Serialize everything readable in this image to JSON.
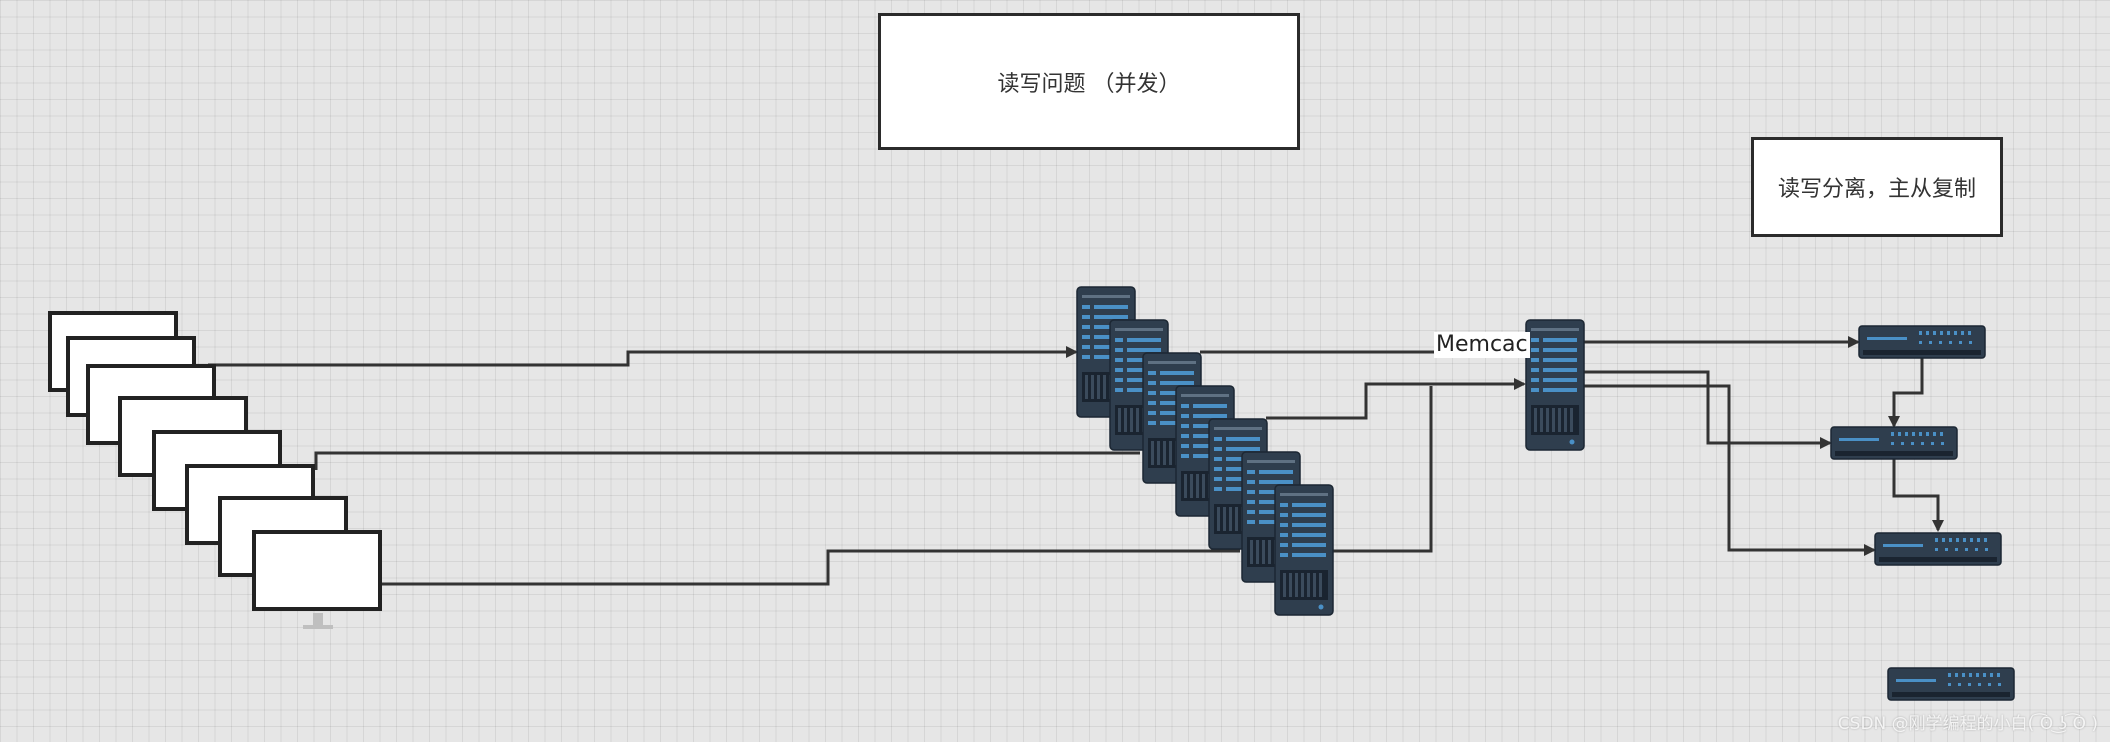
{
  "notes": {
    "read_write_problem": "读写问题 （并发）",
    "rw_split": "读写分离，主从复制"
  },
  "cache_label": "Memcac",
  "watermark": "CSDN @刚学编程的小白( ͡ʘ ͜ʖ ͡ʘ )",
  "colors": {
    "background": "#e6e6e6",
    "server_body": "#2f3e4e",
    "server_accent": "#4a90c6",
    "line": "#333333"
  },
  "icons": {
    "client": "monitor-icon",
    "app_server": "server-tower-icon",
    "cache_server": "server-tower-icon",
    "database": "rack-unit-icon"
  }
}
